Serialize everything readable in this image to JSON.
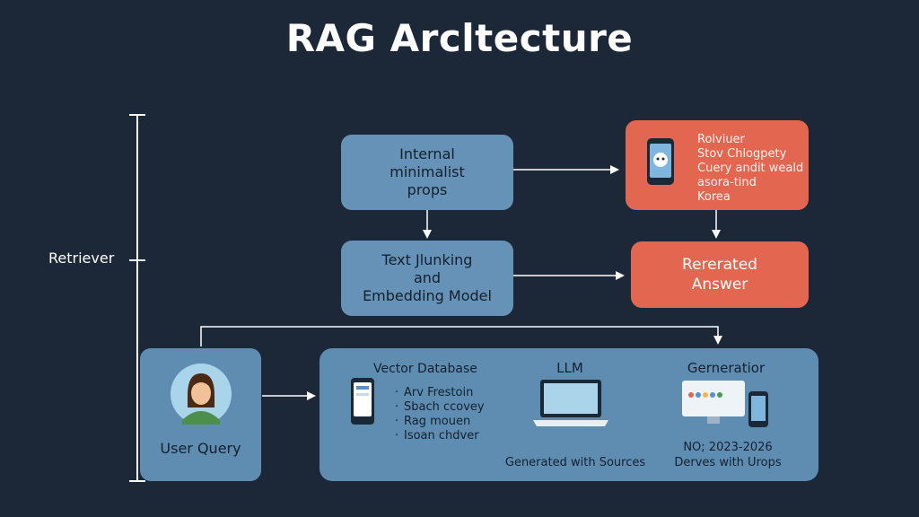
{
  "title": "RAG Arcltecture",
  "side_label": "Retriever",
  "box_internal": [
    "Internal",
    "minimalist",
    "props"
  ],
  "box_chunking": [
    "Text Jlunking",
    "and",
    "Embedding Model"
  ],
  "box_red_top": [
    "Rolviuer",
    "Stov Chlogpety",
    "Cuery andit weald",
    "asora-tind",
    "Korea"
  ],
  "box_answer": [
    "Rererated",
    "Answer"
  ],
  "user": {
    "label": "User Query"
  },
  "vector_db": {
    "title": "Vector Database",
    "items": [
      "Arv Frestoin",
      "Sbach ccovey",
      "Rag mouen",
      "Isoan chdver"
    ]
  },
  "llm": {
    "title": "LLM",
    "caption": "Generated with Sources"
  },
  "generator": {
    "title": "Gerneratior",
    "caption_1": "NO; 2023-2026",
    "caption_2": "Derves with Urops"
  },
  "colors": {
    "background": "#1c2738",
    "blue_box": "#6592b6",
    "red_box": "#e36650",
    "line": "#ffffff"
  }
}
